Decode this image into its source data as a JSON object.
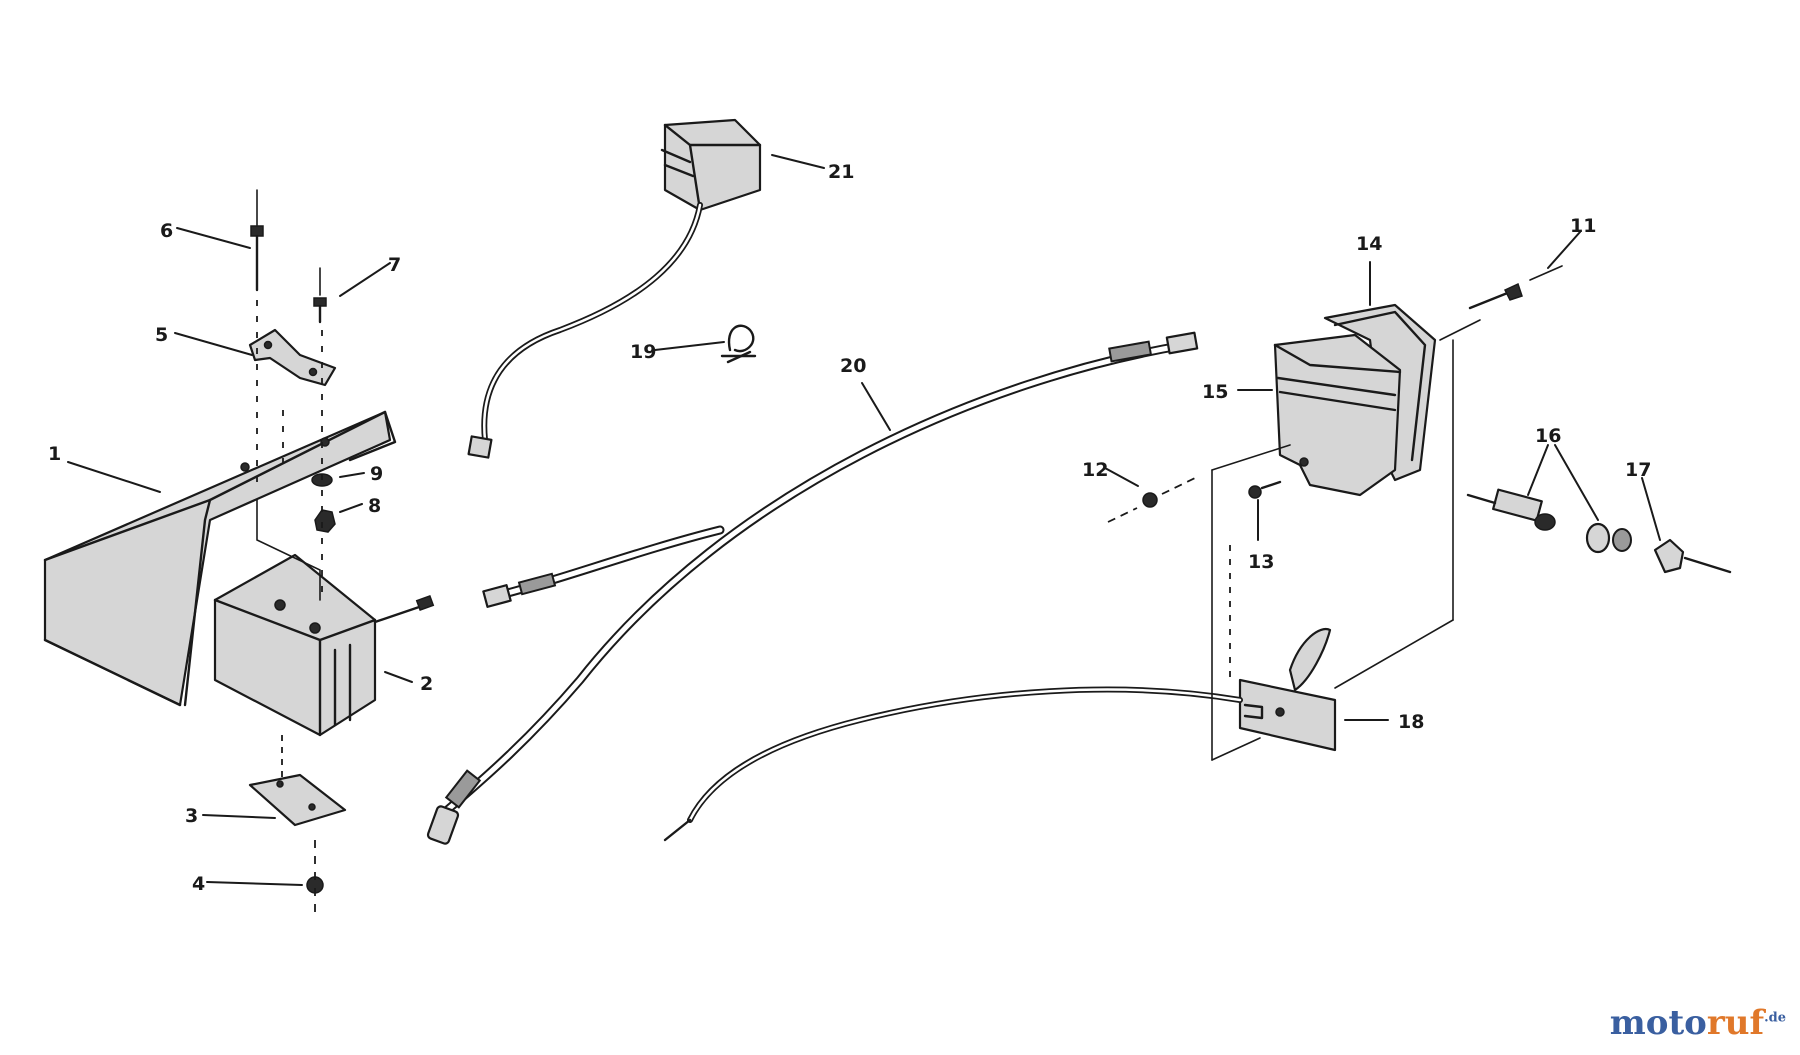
{
  "diagram": {
    "callouts": [
      "1",
      "2",
      "3",
      "4",
      "5",
      "6",
      "7",
      "8",
      "9",
      "11",
      "12",
      "13",
      "14",
      "15",
      "16",
      "17",
      "18",
      "19",
      "20",
      "21"
    ]
  },
  "watermark": {
    "brand_main": "moto",
    "brand_accent": "ruf",
    "brand_tld": ".de"
  },
  "colors": {
    "line": "#1a1a1a",
    "background": "#ffffff",
    "watermark_blue": "#3a5fa0",
    "watermark_orange": "#e0782a"
  }
}
